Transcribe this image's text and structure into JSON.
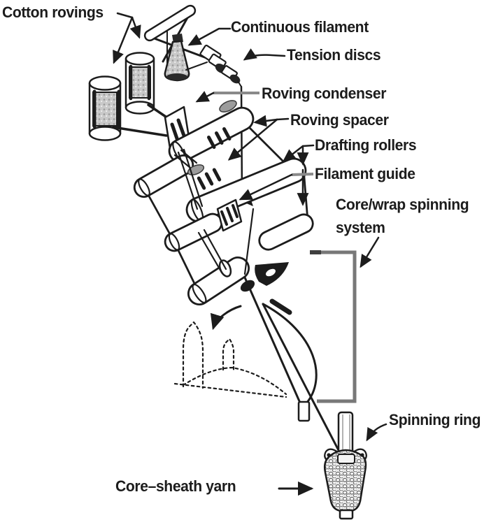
{
  "colors": {
    "ink": "#1c1c1c",
    "leader_gray": "#8a8a8a",
    "bracket_gray": "#787878",
    "texture_gray": "#c9c9c9",
    "background": "#ffffff"
  },
  "labels": {
    "cotton_rovings": "Cotton rovings",
    "continuous_filament": "Continuous filament",
    "tension_discs": "Tension discs",
    "roving_condenser": "Roving condenser",
    "roving_spacer": "Roving spacer",
    "drafting_rollers": "Drafting rollers",
    "filament_guide": "Filament guide",
    "core_wrap_spinning_system_line1": "Core/wrap spinning",
    "core_wrap_spinning_system_line2": "system",
    "spinning_ring": "Spinning ring",
    "core_sheath_yarn": "Core–sheath yarn"
  }
}
